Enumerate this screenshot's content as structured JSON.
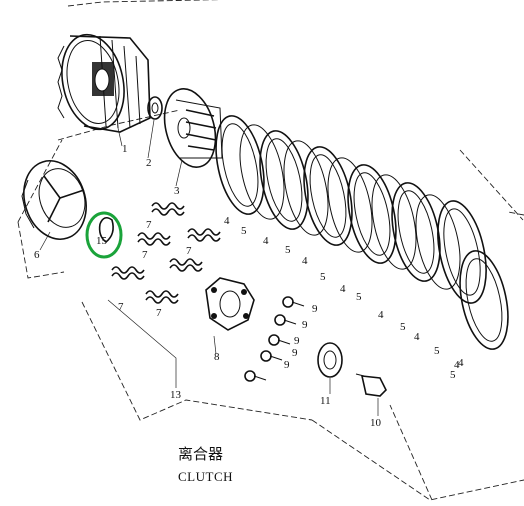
{
  "diagram": {
    "caption_zh": "离合器",
    "caption_en": "CLUTCH",
    "highlight_color": "#1aa33a",
    "part_labels": [
      {
        "id": "p1",
        "text": "1"
      },
      {
        "id": "p2",
        "text": "2"
      },
      {
        "id": "p3",
        "text": "3"
      },
      {
        "id": "p4a",
        "text": "4"
      },
      {
        "id": "p5a",
        "text": "5"
      },
      {
        "id": "p4b",
        "text": "4"
      },
      {
        "id": "p5b",
        "text": "5"
      },
      {
        "id": "p4c",
        "text": "4"
      },
      {
        "id": "p5c",
        "text": "5"
      },
      {
        "id": "p4d",
        "text": "4"
      },
      {
        "id": "p5d",
        "text": "5"
      },
      {
        "id": "p4e",
        "text": "4"
      },
      {
        "id": "p5e",
        "text": "5"
      },
      {
        "id": "p4f",
        "text": "4"
      },
      {
        "id": "p5f",
        "text": "5"
      },
      {
        "id": "p4g",
        "text": "4"
      },
      {
        "id": "p5g",
        "text": "5"
      },
      {
        "id": "p4h",
        "text": "4"
      },
      {
        "id": "p6",
        "text": "6"
      },
      {
        "id": "p7a",
        "text": "7"
      },
      {
        "id": "p7b",
        "text": "7"
      },
      {
        "id": "p7c",
        "text": "7"
      },
      {
        "id": "p7d",
        "text": "7"
      },
      {
        "id": "p7e",
        "text": "7"
      },
      {
        "id": "p8",
        "text": "8"
      },
      {
        "id": "p9a",
        "text": "9"
      },
      {
        "id": "p9b",
        "text": "9"
      },
      {
        "id": "p9c",
        "text": "9"
      },
      {
        "id": "p9d",
        "text": "9"
      },
      {
        "id": "p9e",
        "text": "9"
      },
      {
        "id": "p10",
        "text": "10"
      },
      {
        "id": "p11",
        "text": "11"
      },
      {
        "id": "p13",
        "text": "13"
      },
      {
        "id": "p15",
        "text": "15"
      }
    ]
  }
}
